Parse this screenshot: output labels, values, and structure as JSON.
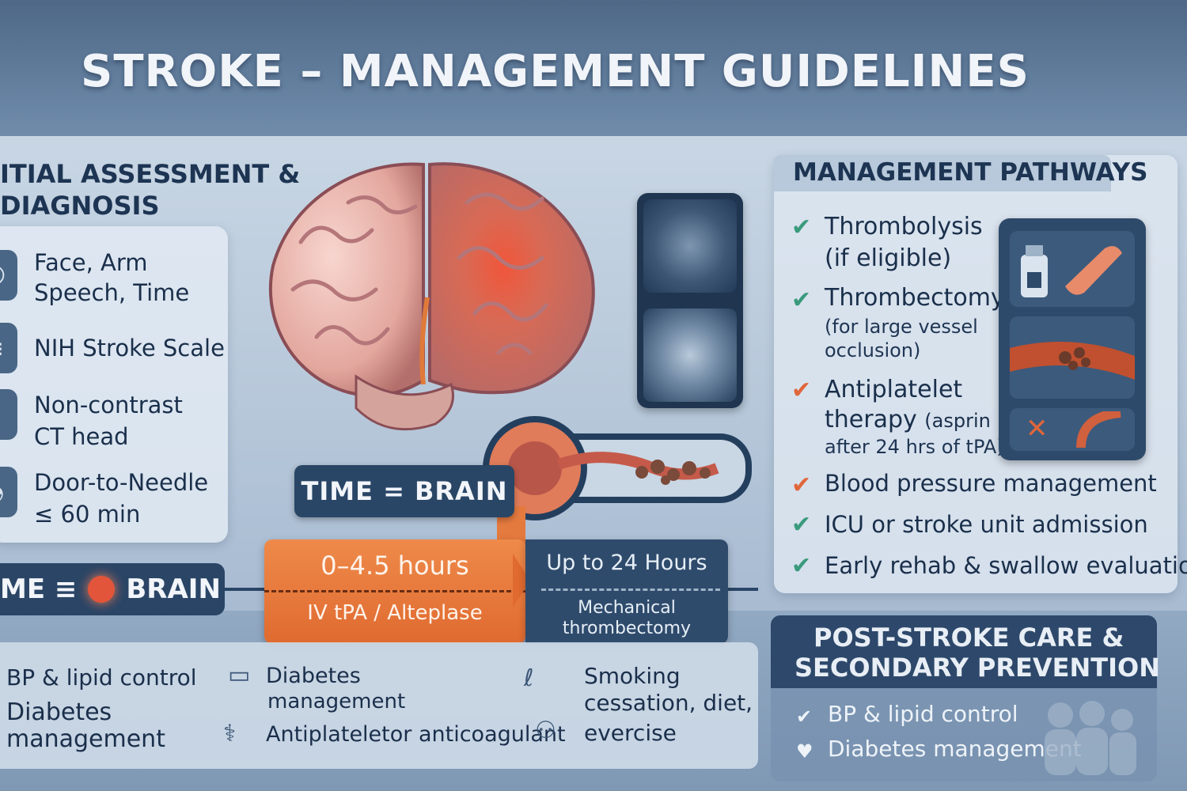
{
  "title": "STROKE – MANAGEMENT GUIDELINES",
  "assessment": {
    "heading_line1": "ITIAL ASSESSMENT &",
    "heading_line2": "DIAGNOSIS",
    "items": [
      {
        "line1": "Face, Arm",
        "line2": "Speech,  Time",
        "icon": "face-icon"
      },
      {
        "line1": "NIH Stroke Scale",
        "line2": "",
        "icon": "scale-icon"
      },
      {
        "line1": "Non-contrast",
        "line2": "CT head",
        "icon": "ct-scan-icon"
      },
      {
        "line1": "Door-to-Needle",
        "line2": "≤ 60 min",
        "icon": "stopwatch-icon"
      }
    ]
  },
  "center": {
    "time_brain_label": "TIME = BRAIN"
  },
  "timeline": {
    "left_label_a": "ME ≡",
    "left_label_b": "BRAIN",
    "window1_time": "0–4.5 hours",
    "window1_treatment": "IV tPA / Alteplase",
    "window2_time": "Up to 24 Hours",
    "window2_treatment_line1": "Mechanical",
    "window2_treatment_line2": "thrombectomy"
  },
  "prevention_strip": {
    "col1_line1": "BP & lipid control",
    "col1_line2": "Diabetes",
    "col1_line3": "management",
    "col2_line1": "Diabetes",
    "col2_line2": "management",
    "col2_line3": "Antiplateletor anticoagulant",
    "col3_line1": "Smoking",
    "col3_line2": "cessation, diet,",
    "col3_line3": "evercise"
  },
  "management": {
    "heading": "MANAGEMENT PATHWAYS",
    "items": [
      {
        "main": "Thrombolysis",
        "main2": "(if eligible)",
        "sub1": "",
        "sub2": "",
        "check_color": "#3a9a7c"
      },
      {
        "main": "Thrombectomy",
        "main2": "",
        "sub1": "(for large vessel",
        "sub2": "occlusion)",
        "check_color": "#3a9a7c"
      },
      {
        "main": "Antiplatelet",
        "main2": "therapy",
        "main2_suffix": "(asprin",
        "sub1": "after 24 hrs of tPA)",
        "sub2": "",
        "check_color": "#e0663a"
      },
      {
        "main": "Blood pressure management",
        "check_color": "#e0663a"
      },
      {
        "main": "ICU or stroke unit admission",
        "check_color": "#3a9a7c"
      },
      {
        "main": "Early rehab & swallow evaluation",
        "check_color": "#3a9a7c"
      }
    ]
  },
  "post_stroke": {
    "heading_line1": "POST-STROKE CARE &",
    "heading_line2": "SECONDARY PREVENTION",
    "items": [
      "BP & lipid control",
      "Diabetes management"
    ]
  },
  "colors": {
    "accent_orange": "#e06a30",
    "navy": "#294666",
    "check_green": "#3a9a7c"
  }
}
